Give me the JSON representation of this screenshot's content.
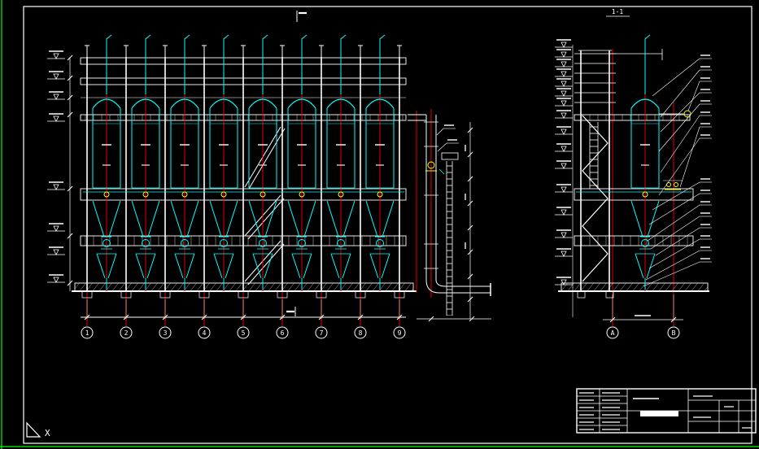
{
  "drawing": {
    "background": "#000000",
    "sheet_frame_color": "#FFFFFF",
    "limits_color": "#00FF00"
  },
  "palette": {
    "structure": "#FFFFFF",
    "equipment": "#00FFFF",
    "axis": "#FF0000",
    "detail": "#FFFF00"
  },
  "front_view": {
    "name": "front-elevation",
    "vessel_count": 8,
    "grid_bubbles": [
      "1",
      "2",
      "3",
      "4",
      "5",
      "6",
      "7",
      "8",
      "9"
    ]
  },
  "side_view": {
    "name": "side-elevation",
    "section_title": "1-1",
    "grid_bubbles": [
      "A",
      "B"
    ]
  },
  "ucs": {
    "x_label": "X"
  }
}
